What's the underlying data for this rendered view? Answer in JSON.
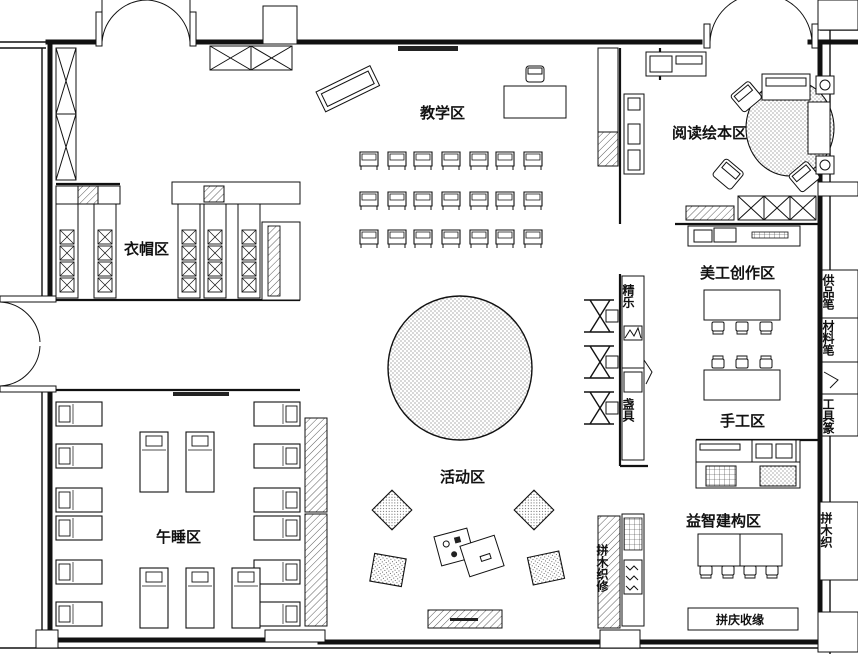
{
  "zones": {
    "teaching": "教学区",
    "reading": "阅读绘本区",
    "cloakroom": "衣帽区",
    "art": "美工创作区",
    "activity": "活动区",
    "craft": "手工区",
    "nap": "午睡区",
    "building": "益智建构区"
  },
  "shelves": {
    "supplies": "供品笔",
    "materials": "材料笔",
    "tools": "工具篆",
    "blocks_right": "拼木织",
    "blocks_bottom": "拼庆收缘",
    "blocks_left": "拼木织修",
    "music": "精乐",
    "props": "盏具"
  },
  "colors": {
    "line": "#111111",
    "background": "#ffffff"
  }
}
